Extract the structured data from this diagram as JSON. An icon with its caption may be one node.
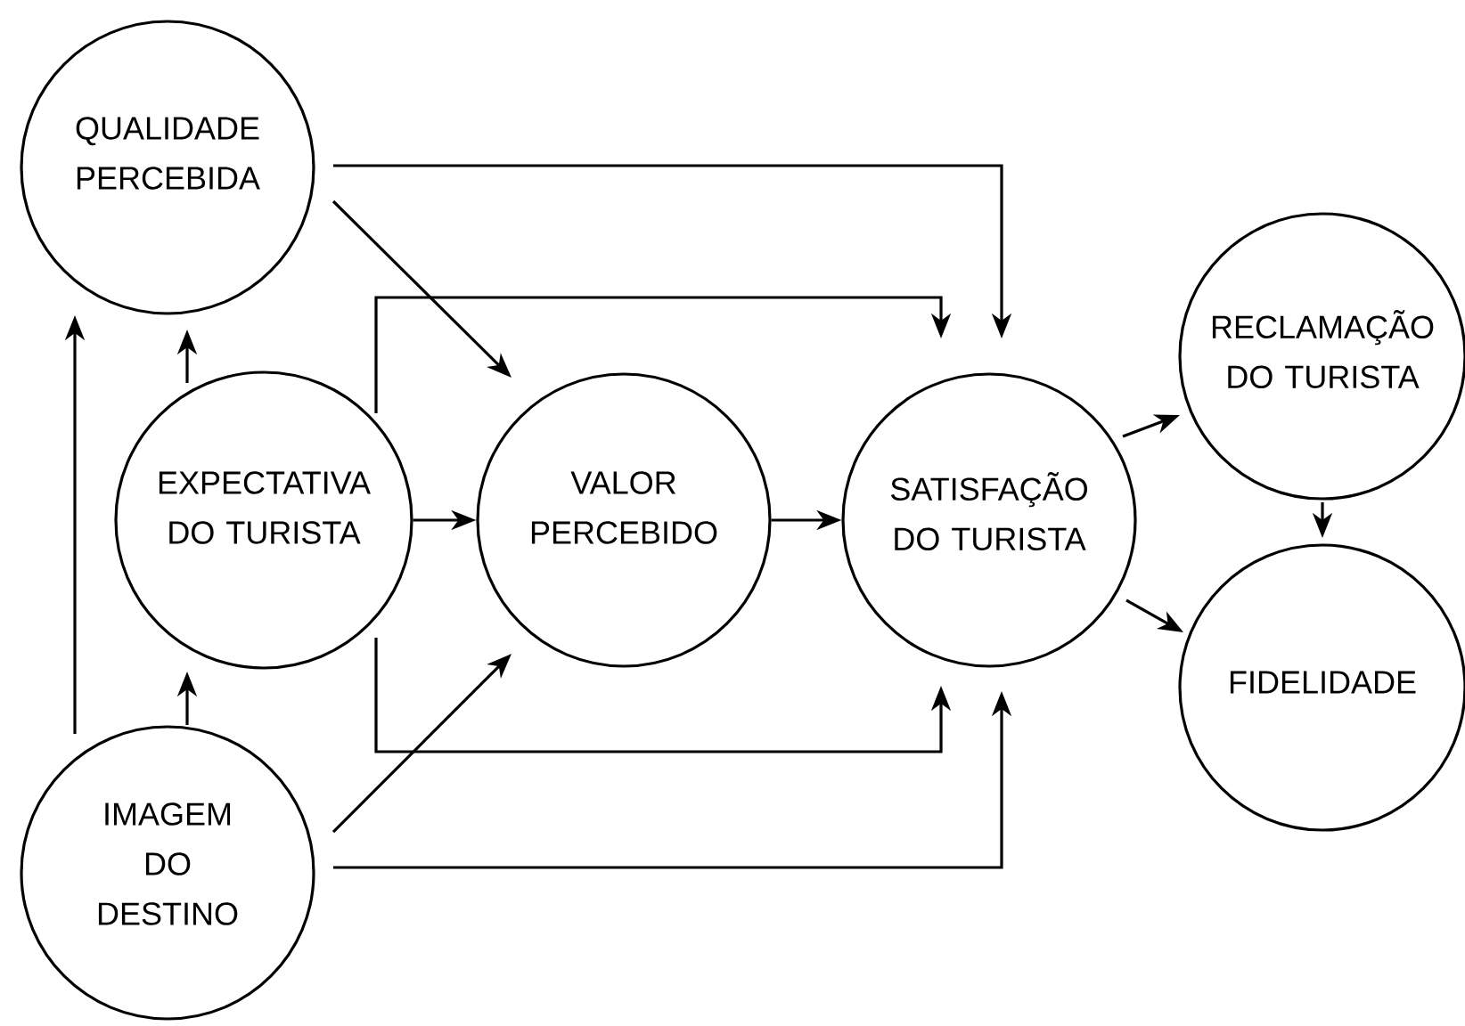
{
  "diagram": {
    "nodes": [
      {
        "text": [
          "QUALIDADE PERCEBIDA"
        ]
      },
      {
        "text": [
          "EXPECTATIVA DO TURISTA"
        ]
      },
      {
        "text": [
          "VALOR PERCEBIDO"
        ]
      },
      {
        "text": [
          "SATISFAÇÃO DO TURISTA"
        ]
      },
      {
        "text": [
          "RECLAMAÇÃO DO TURISTA"
        ]
      },
      {
        "text": [
          "FIDELIDADE"
        ]
      },
      {
        "text": [
          "IMAGEM DO DESTINO"
        ]
      }
    ],
    "edges": [
      {
        "from": 0,
        "to": 3,
        "arrow": "to"
      },
      {
        "from": 0,
        "to": 2,
        "arrow": "to"
      },
      {
        "from": 1,
        "to": 0,
        "arrow": "to"
      },
      {
        "from": 6,
        "to": 0,
        "arrow": "to"
      },
      {
        "from": 1,
        "to": 2,
        "arrow": "to"
      },
      {
        "from": 1,
        "to": 3,
        "arrow": "to"
      },
      {
        "from": 1,
        "to": 3,
        "arrow": "to"
      },
      {
        "from": 6,
        "to": 1,
        "arrow": "to"
      },
      {
        "from": 6,
        "to": 2,
        "arrow": "to"
      },
      {
        "from": 6,
        "to": 3,
        "arrow": "to"
      },
      {
        "from": 2,
        "to": 3,
        "arrow": "to"
      },
      {
        "from": 3,
        "to": 4,
        "arrow": "to"
      },
      {
        "from": 3,
        "to": 5,
        "arrow": "to"
      },
      {
        "from": 4,
        "to": 5,
        "arrow": "to"
      }
    ]
  }
}
